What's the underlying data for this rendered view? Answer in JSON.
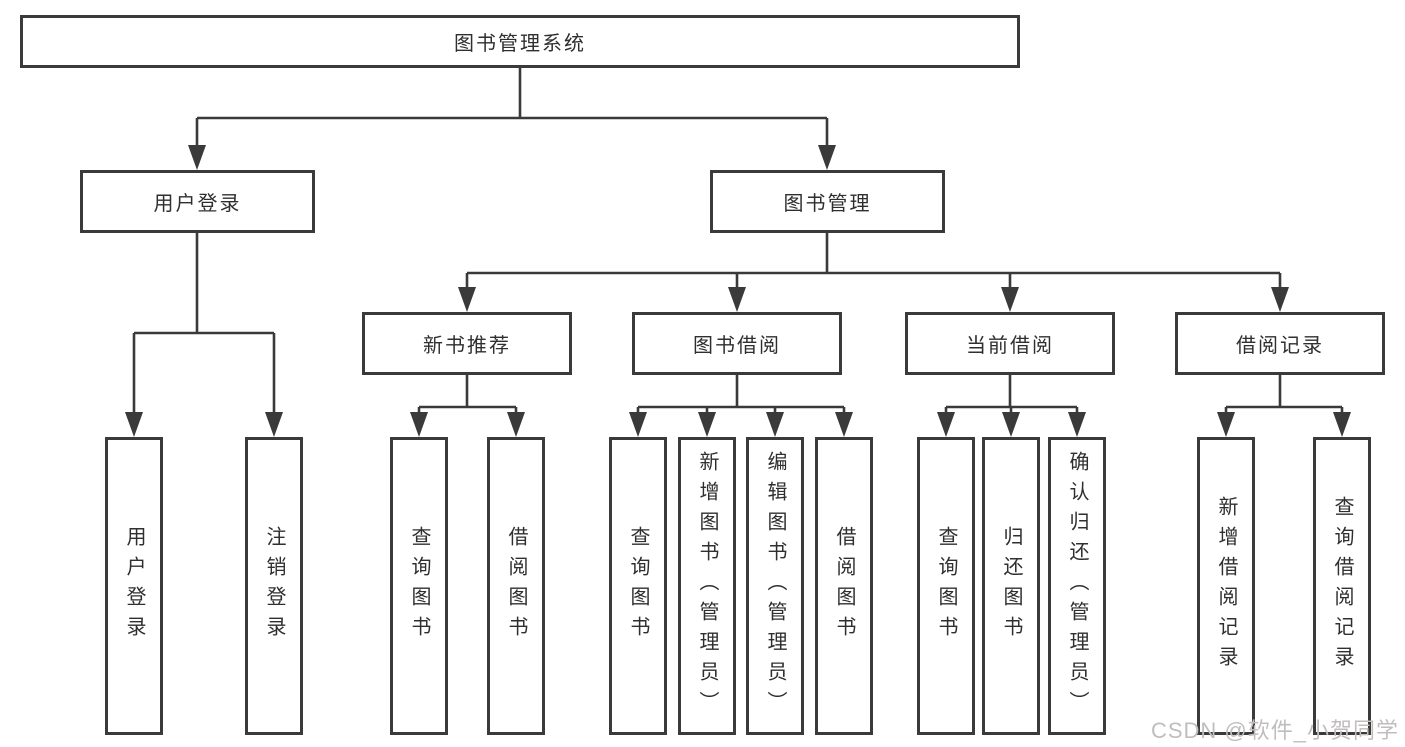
{
  "diagram": {
    "type": "tree",
    "title": "图书管理系统",
    "hierarchy": [
      {
        "label": "图书管理系统",
        "children": [
          {
            "label": "用户登录",
            "children": [
              {
                "label": "用户登录"
              },
              {
                "label": "注销登录"
              }
            ]
          },
          {
            "label": "图书管理",
            "children": [
              {
                "label": "新书推荐",
                "children": [
                  {
                    "label": "查询图书"
                  },
                  {
                    "label": "借阅图书"
                  }
                ]
              },
              {
                "label": "图书借阅",
                "children": [
                  {
                    "label": "查询图书"
                  },
                  {
                    "label": "新增图书（管理员）"
                  },
                  {
                    "label": "编辑图书（管理员）"
                  },
                  {
                    "label": "借阅图书"
                  }
                ]
              },
              {
                "label": "当前借阅",
                "children": [
                  {
                    "label": "查询图书"
                  },
                  {
                    "label": "归还图书"
                  },
                  {
                    "label": "确认归还（管理员）"
                  }
                ]
              },
              {
                "label": "借阅记录",
                "children": [
                  {
                    "label": "新增借阅记录"
                  },
                  {
                    "label": "查询借阅记录"
                  }
                ]
              }
            ]
          }
        ]
      }
    ]
  },
  "nodes": {
    "root": "图书管理系统",
    "user-login": "用户登录",
    "book-management": "图书管理",
    "new-book-recommend": "新书推荐",
    "book-borrowing": "图书借阅",
    "current-borrowing": "当前借阅",
    "borrowing-records": "借阅记录",
    "ul-user-login": "用户登录",
    "ul-logout": "注销登录",
    "nb-query-books": "查询图书",
    "nb-borrow-books": "借阅图书",
    "bb-query-books": "查询图书",
    "bb-add-books": "新增图书（管理员）",
    "bb-edit-books": "编辑图书（管理员）",
    "bb-borrow-books": "借阅图书",
    "cb-query-books": "查询图书",
    "cb-return-books": "归还图书",
    "cb-confirm-return": "确认归还（管理员）",
    "br-add-record": "新增借阅记录",
    "br-query-record": "查询借阅记录"
  },
  "watermark": "CSDN @软件_小贺同学",
  "colors": {
    "line": "#3a3a3a",
    "text": "#2f2f2f",
    "background": "#ffffff",
    "watermark": "#c0bebd"
  }
}
